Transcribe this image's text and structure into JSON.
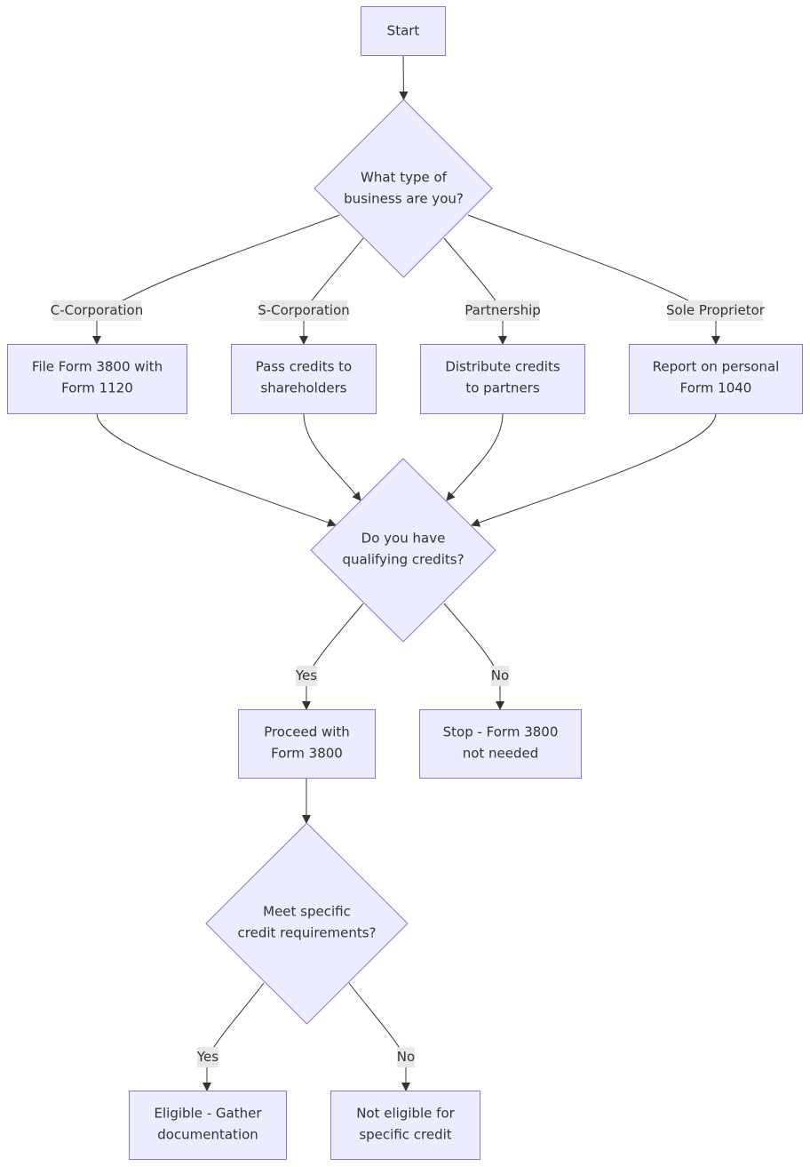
{
  "diagram": {
    "nodes": {
      "start": [
        "Start"
      ],
      "business_type": [
        "What type of",
        "business are you?"
      ],
      "c_corp": [
        "File Form 3800 with",
        "Form 1120"
      ],
      "s_corp": [
        "Pass credits to",
        "shareholders"
      ],
      "partnership": [
        "Distribute credits",
        "to partners"
      ],
      "sole_prop": [
        "Report on personal",
        "Form 1040"
      ],
      "qualifying": [
        "Do you have",
        "qualifying credits?"
      ],
      "proceed": [
        "Proceed with",
        "Form 3800"
      ],
      "stop": [
        "Stop - Form 3800",
        "not needed"
      ],
      "requirements": [
        "Meet specific",
        "credit requirements?"
      ],
      "eligible": [
        "Eligible - Gather",
        "documentation"
      ],
      "not_eligible": [
        "Not eligible for",
        "specific credit"
      ]
    },
    "edge_labels": {
      "c_corp": "C-Corporation",
      "s_corp": "S-Corporation",
      "partnership": "Partnership",
      "sole_prop": "Sole Proprietor",
      "qual_yes": "Yes",
      "qual_no": "No",
      "req_yes": "Yes",
      "req_no": "No"
    }
  },
  "colors": {
    "node_fill": "#ECECFF",
    "node_stroke": "#9370DB",
    "edge": "#333333",
    "label_bg": "#e8e8e8",
    "text": "#333333"
  }
}
